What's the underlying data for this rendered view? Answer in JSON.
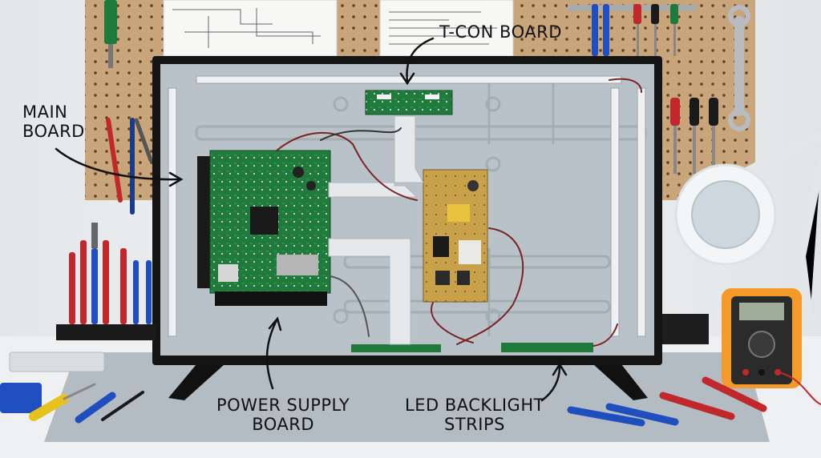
{
  "labels": {
    "tcon": "T-CON BOARD",
    "main_line1": "MAIN",
    "main_line2": "BOARD",
    "power_line1": "POWER SUPPLY",
    "power_line2": "BOARD",
    "led_line1": "LED BACKLIGHT",
    "led_line2": "STRIPS"
  },
  "colors": {
    "pegboard": "#c9a57c",
    "tv_frame": "#141414",
    "tv_back_panel": "#b9c2c8",
    "pcb_green": "#1f7a3c",
    "pcb_yellow": "#c8a14a",
    "multimeter": "#f39a2b",
    "desk": "#eef0f2"
  },
  "icons": [
    "pegboard",
    "screwdriver-icon",
    "pliers-icon",
    "wrench-icon",
    "magnifier-lamp-icon",
    "multimeter-icon"
  ]
}
